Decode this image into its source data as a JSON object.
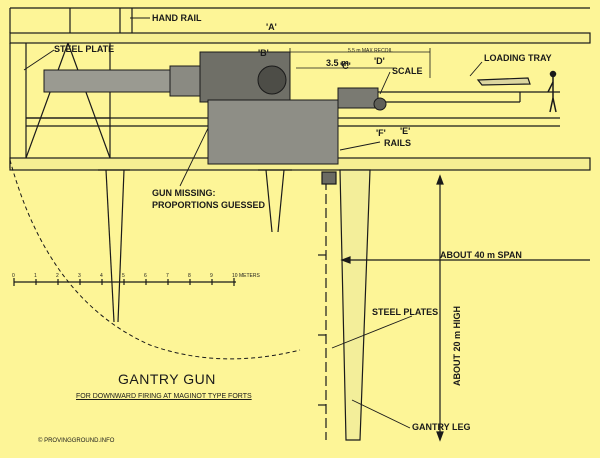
{
  "diagram": {
    "title": "GANTRY GUN",
    "subtitle": "FOR DOWNWARD FIRING AT MAGINOT TYPE FORTS",
    "credit": "© PROVINGGROUND.INFO",
    "labels": {
      "hand_rail": "HAND RAIL",
      "steel_plate": "STEEL PLATE",
      "point_a": "'A'",
      "point_b": "'B'",
      "point_c": "'C'",
      "point_d": "'D'",
      "point_e": "'E'",
      "point_f": "'F'",
      "max_recoil": "5.5 m MAX RECOIL",
      "recoil_dim": "3.5 m",
      "scale": "SCALE",
      "loading_tray": "LOADING TRAY",
      "rails": "RAILS",
      "gun_missing_line1": "GUN MISSING:",
      "gun_missing_line2": "PROPORTIONS GUESSED",
      "span": "ABOUT 40 m SPAN",
      "steel_plates": "STEEL PLATES",
      "height": "ABOUT 20 m HIGH",
      "gantry_leg": "GANTRY LEG"
    },
    "scale_bar": {
      "ticks": [
        "0",
        "1",
        "2",
        "3",
        "4",
        "5",
        "6",
        "7",
        "8",
        "9",
        "10 METERS"
      ]
    },
    "colors": {
      "background": "#fdf597",
      "ink": "#1a1a1a",
      "photo_gray": "#8e8e86"
    }
  }
}
